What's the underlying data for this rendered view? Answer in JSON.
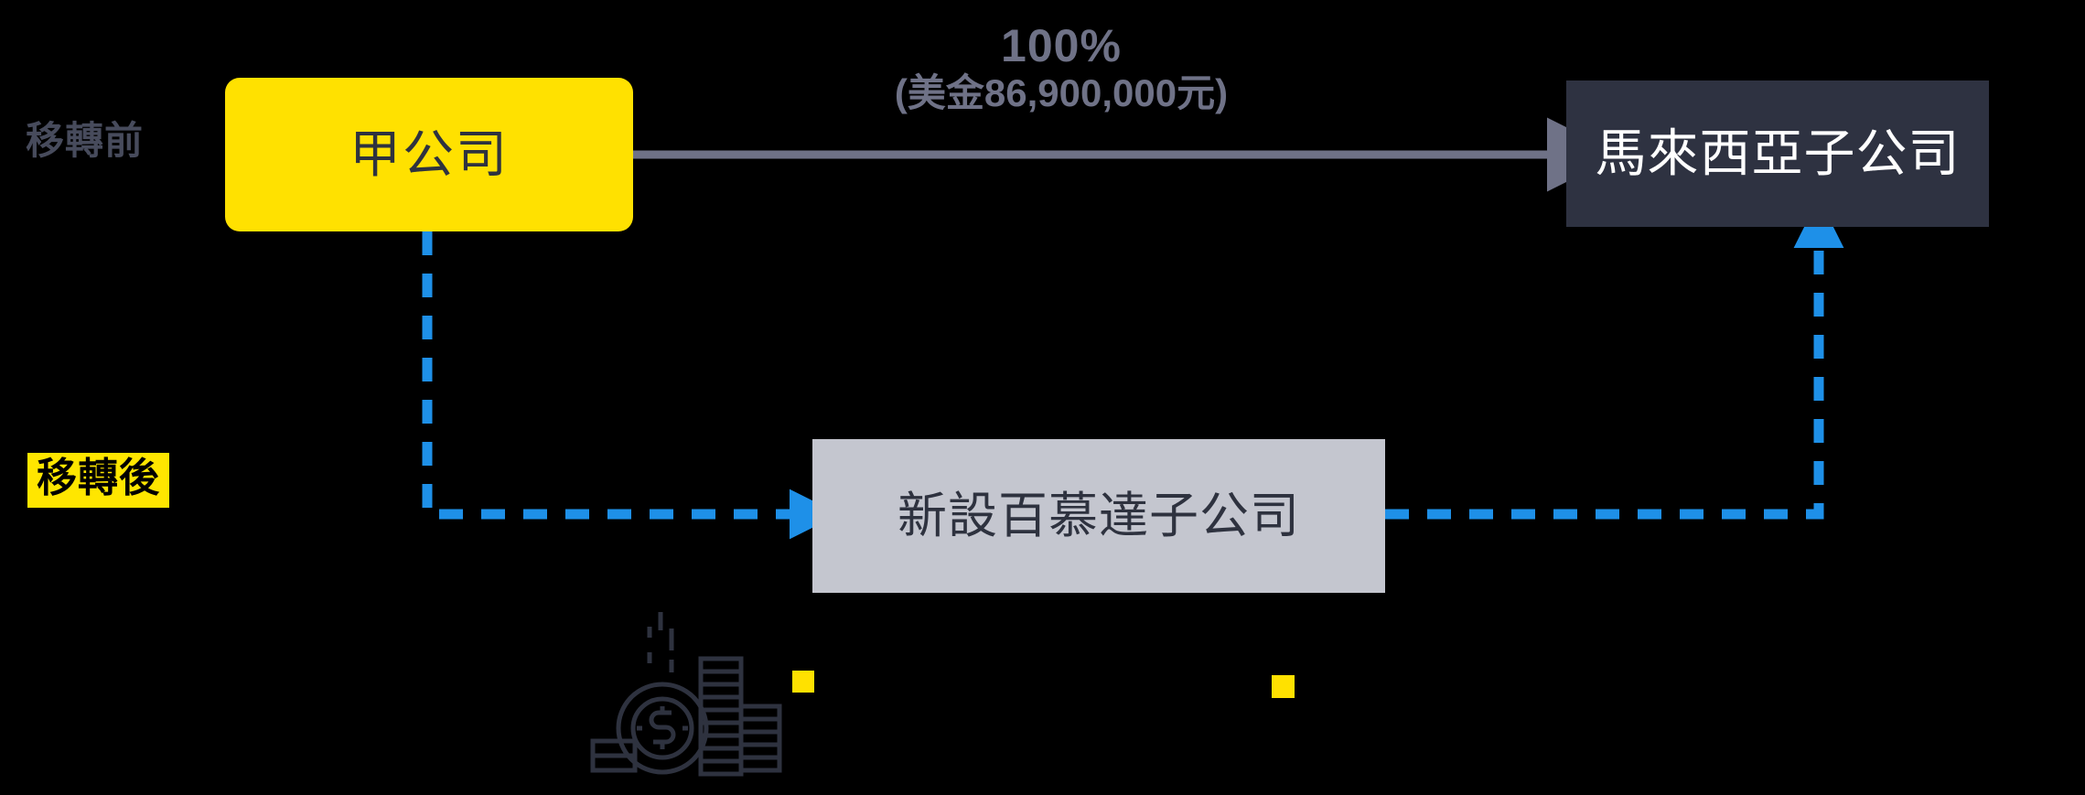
{
  "diagram": {
    "title": "Cross-border subsidiary transfer structure diagram",
    "background_color": "#000000",
    "stages": [
      {
        "id": "before",
        "label": "移轉前",
        "text_color": "#474b5c",
        "highlighted": false
      },
      {
        "id": "after",
        "label": "移轉後",
        "text_color": "#000000",
        "highlight_color": "#ffe600",
        "highlighted": true
      }
    ],
    "nodes": [
      {
        "id": "parent",
        "label": "甲公司",
        "shape": "rounded-rectangle",
        "fill": "#ffe100",
        "text_color": "#2e323f"
      },
      {
        "id": "malaysia",
        "label": "馬來西亞子公司",
        "shape": "rectangle",
        "fill": "#2e3241",
        "text_color": "#ffffff"
      },
      {
        "id": "bermuda",
        "label": "新設百慕達子公司",
        "shape": "rectangle",
        "fill": "#c4c6cf",
        "text_color": "#2e323f"
      }
    ],
    "edges": [
      {
        "id": "parent-to-malaysia",
        "from": "parent",
        "to": "malaysia",
        "style": "solid",
        "color": "#6f7287",
        "label_percent": "100%",
        "label_amount": "(美金86,900,000元)"
      },
      {
        "id": "parent-to-bermuda",
        "from": "parent",
        "to": "bermuda",
        "style": "dashed",
        "color": "#1e90e8",
        "label_percent": "",
        "label_amount": ""
      },
      {
        "id": "bermuda-to-malaysia",
        "from": "bermuda",
        "to": "malaysia",
        "style": "dashed",
        "color": "#1e90e8",
        "label_percent": "",
        "label_amount": ""
      }
    ],
    "decorations": [
      {
        "id": "money-icon",
        "name": "money-coins-icon",
        "color": "#2e323f"
      },
      {
        "id": "marker-1",
        "name": "yellow-square-marker",
        "color": "#ffe100"
      },
      {
        "id": "marker-2",
        "name": "yellow-square-marker",
        "color": "#ffe100"
      }
    ]
  }
}
